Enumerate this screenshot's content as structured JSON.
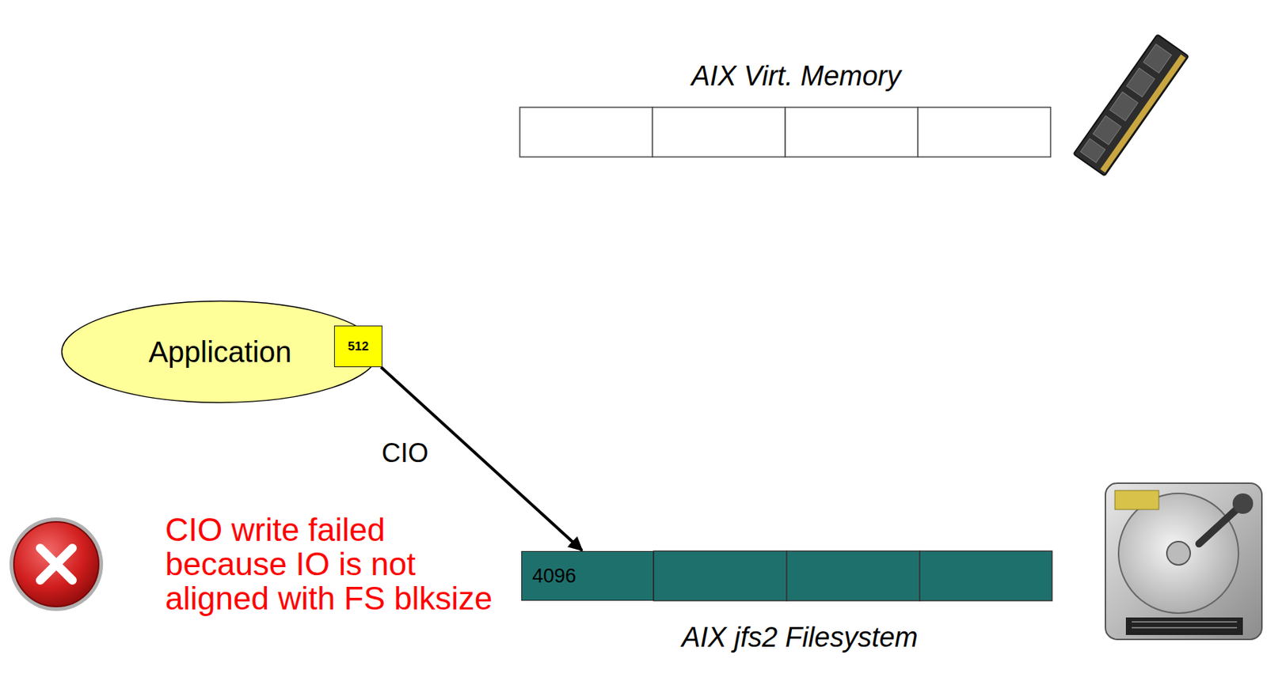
{
  "diagram": {
    "nodes": [
      {
        "text": [
          "Application"
        ]
      },
      {
        "text": [
          "512"
        ]
      },
      {
        "text": [
          "4096"
        ]
      }
    ],
    "edges": [
      {
        "from": 1,
        "to": 2,
        "arrow": "to",
        "label": "CIO"
      }
    ],
    "labels": [
      "AIX Virt. Memory",
      "AIX jfs2 Filesystem",
      "CIO write failed because IO is not aligned with FS blksize"
    ]
  }
}
